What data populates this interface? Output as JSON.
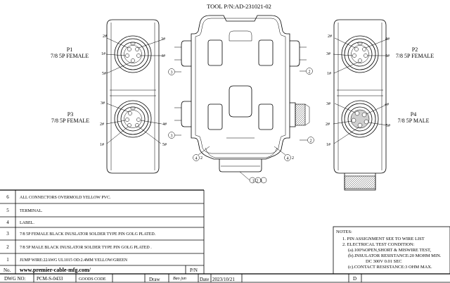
{
  "header": {
    "tool_pn": "TOOL P/N:AD-231021-02"
  },
  "ports": {
    "p1": {
      "name": "P1",
      "desc": "7/8 5P FEMALE",
      "pins": [
        "2#",
        "3#",
        "1#",
        "4#",
        "5#"
      ]
    },
    "p2": {
      "name": "P2",
      "desc": "7/8 5P FEMALE",
      "pins": [
        "2#",
        "4#",
        "3#",
        "5#",
        "1#"
      ]
    },
    "p3": {
      "name": "P3",
      "desc": "7/8 5P FEMALE",
      "pins": [
        "3#",
        "2#",
        "4#",
        "1#",
        "5#"
      ]
    },
    "p4": {
      "name": "P4",
      "desc": "7/8 5P MALE",
      "pins": [
        "3#",
        "4#",
        "2#",
        "5#",
        "1#"
      ]
    }
  },
  "balloons": {
    "b3_left": "3",
    "b3_lower": "3",
    "b2_right": "2",
    "b2_lower": "2",
    "b42_left": "4",
    "b42_left_suffix": "2",
    "b42_right": "4",
    "b42_right_suffix": "2",
    "b123": "123"
  },
  "bom": {
    "rows": [
      {
        "no": "6",
        "desc": "ALL CONNECTORS OVERMOLD YELLOW PVC."
      },
      {
        "no": "5",
        "desc": "TERMINAL."
      },
      {
        "no": "4",
        "desc": "LABEL."
      },
      {
        "no": "3",
        "desc": "7/8 5P FEMALE BLACK INUSLATOR SOLDER TYPE PIN GOLG PLATED."
      },
      {
        "no": "2",
        "desc": "7/8 5P MALE BLACK INUSLATOR SOLDER TYPE PIN GOLG PLATED ."
      },
      {
        "no": "1",
        "desc": "JUMP WIRE:22AWG UL1015 OD:2.4MM YELLOW/GREEN"
      }
    ],
    "header_no": "No.",
    "website": "www.premier-cable-mfg.com/",
    "pn_label": "P/N"
  },
  "notes": {
    "title": "NOTES:",
    "lines": [
      "1.  PIN ASSIGNMENT SEE TO WIRE LIST",
      "2.  ELECTRICAL TEST CONDITION:",
      "(a).100%OPEN,SHORT & MISWIRE TEST,",
      "(b).INSULATOR RESISTANCE:20 MOHM MIN.",
      "DC 300V 0.01 SEC",
      "(c).CONTACT RESISTANCE:3 OHM MAX."
    ]
  },
  "titleblock": {
    "dwg_no_label": "DWG NO:",
    "dwg_no": "PCM-S-0433",
    "goods_code_label": "GOODS CODE",
    "draw_label": "Draw",
    "draw_sig": "Bao jun",
    "date_label": "Date",
    "date": "2023/10/21",
    "d_label": "D"
  }
}
